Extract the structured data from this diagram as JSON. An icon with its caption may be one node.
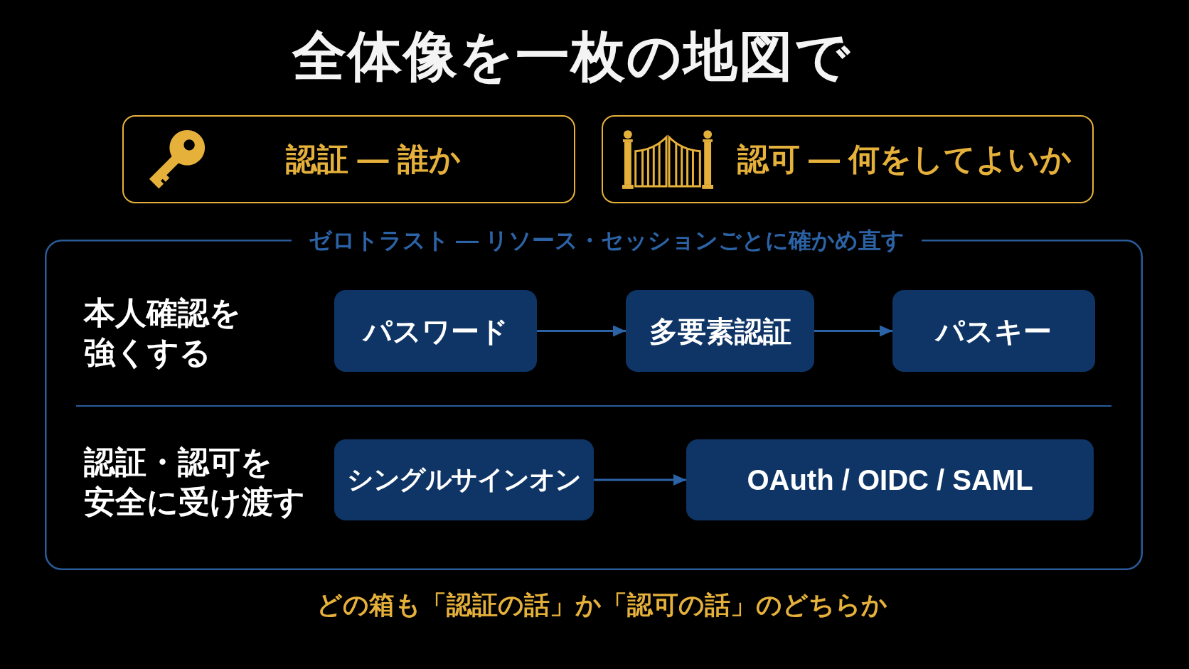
{
  "diagram": {
    "title": "全体像を一枚の地図で",
    "caption": "どの箱も「認証の話」か「認可の話」のどちらか",
    "nodes": [
      {
        "text": [
          "認証 — 誰か"
        ]
      },
      {
        "text": [
          "認可 — 何をしてよいか"
        ]
      },
      {
        "text": [
          "ゼロトラスト — リソース・セッションごとに確かめ直す"
        ]
      },
      {
        "text": [
          "パスワード"
        ],
        "in": 2
      },
      {
        "text": [
          "多要素認証"
        ],
        "in": 2
      },
      {
        "text": [
          "パスキー"
        ],
        "in": 2
      },
      {
        "text": [
          "シングルサインオン"
        ],
        "in": 2
      },
      {
        "text": [
          "OAuth / OIDC / SAML"
        ],
        "in": 2
      }
    ],
    "edges": [
      {
        "from": 3,
        "to": 4,
        "arrow": "to"
      },
      {
        "from": 4,
        "to": 5,
        "arrow": "to"
      },
      {
        "from": 6,
        "to": 7,
        "arrow": "to"
      }
    ],
    "labels": [
      "本人確認を強くする",
      "認証・認可を安全に受け渡す"
    ]
  }
}
